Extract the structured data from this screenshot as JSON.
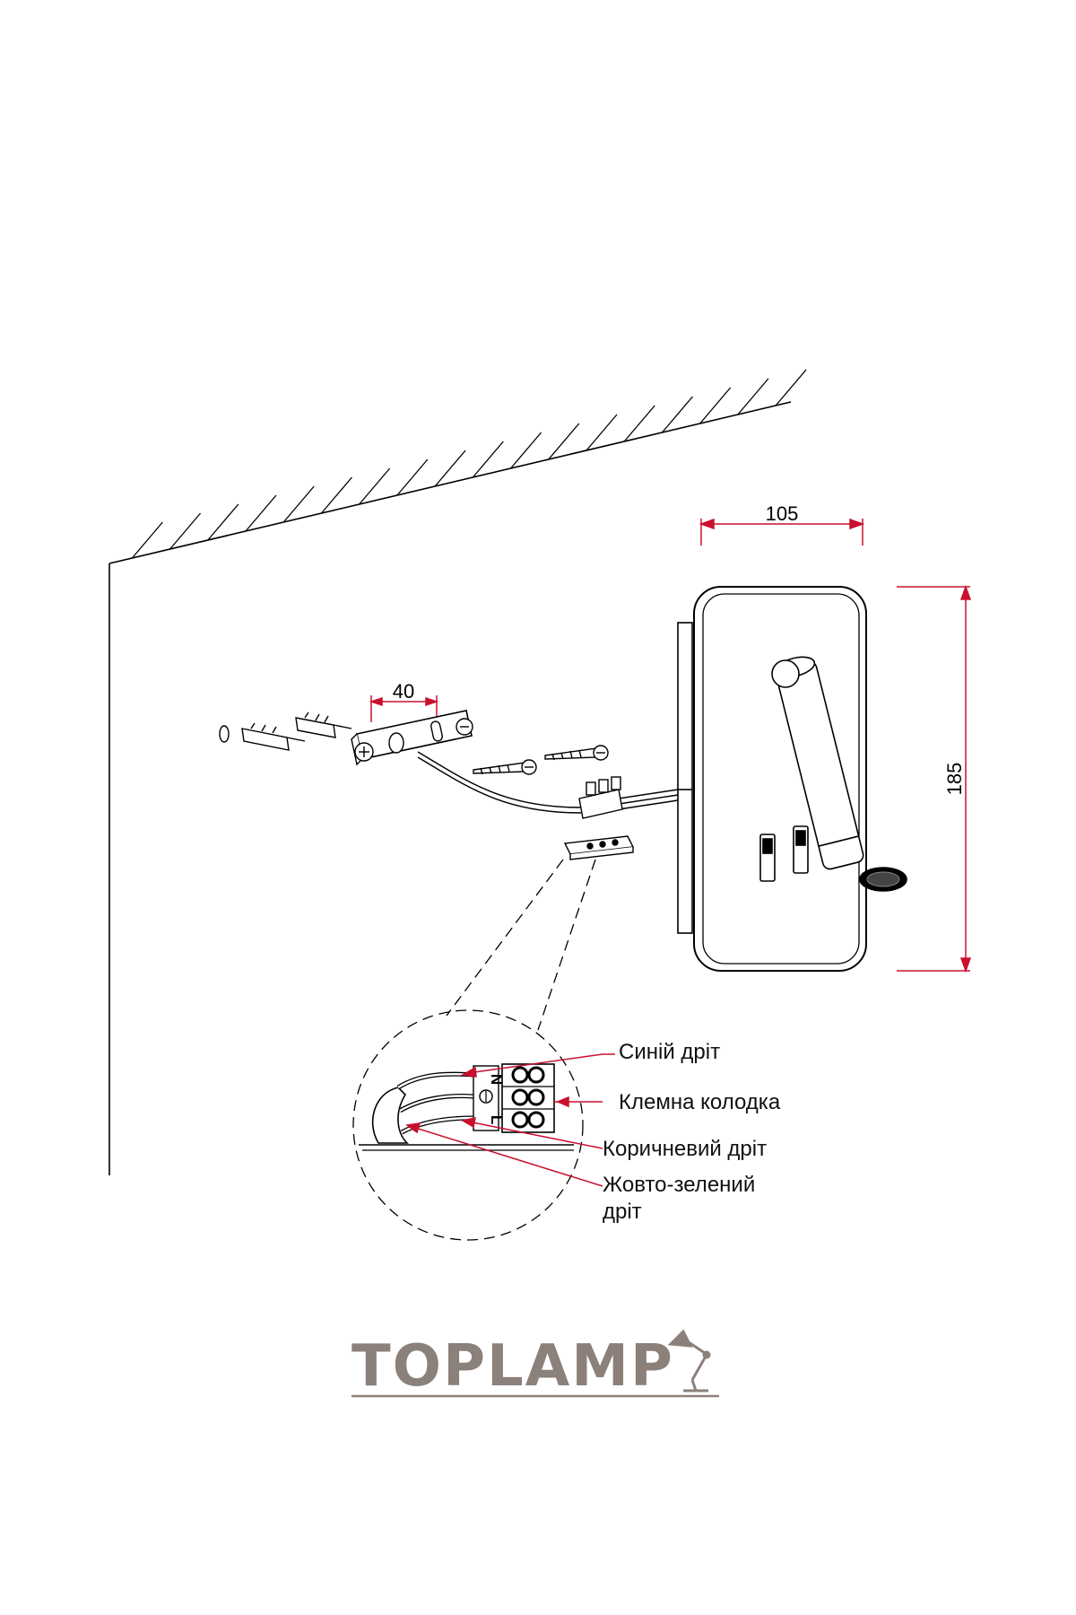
{
  "dimensions": {
    "width": "105",
    "height": "185",
    "bracket": "40"
  },
  "terminal": {
    "n": "N",
    "l": "L"
  },
  "labels": {
    "blue_wire": "Синій дріт",
    "terminal_block": "Клемна колодка",
    "brown_wire": "Коричневий дріт",
    "yellow_green_line1": "Жовто-зелений",
    "yellow_green_line2": "дріт"
  },
  "brand": {
    "name": "TOPLAMP"
  },
  "colors": {
    "dimension": "#c8102e",
    "line": "#000000",
    "brand": "#8b807a"
  }
}
